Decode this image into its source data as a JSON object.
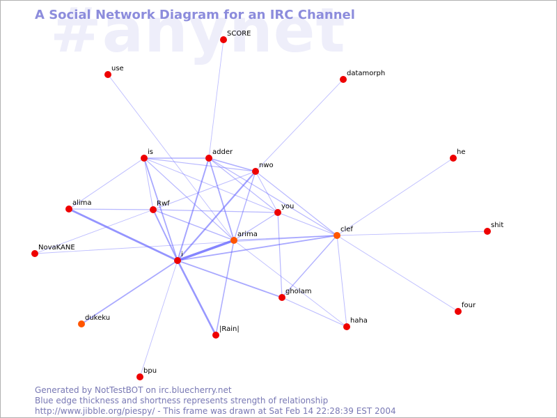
{
  "watermark": "#anynet",
  "title": "A Social Network Diagram for an IRC Channel",
  "footer": {
    "line1": "Generated by NotTestBOT on irc.bluecherry.net",
    "line2": "Blue edge thickness and shortness represents strength of relationship",
    "line3": "http://www.jibble.org/piespy/ - This frame was drawn at Sat Feb 14 22:28:39 EST 2004"
  },
  "colors": {
    "edge": "#6464ff",
    "node_red": "#ee0000",
    "node_orange": "#ff5500",
    "title": "#8c8cdc",
    "watermark": "#eeeefa",
    "footer": "#7878b4"
  },
  "nodes": [
    {
      "id": "SCORE",
      "label": "SCORE",
      "color": "red"
    },
    {
      "id": "use",
      "label": "use",
      "color": "red"
    },
    {
      "id": "datamorph",
      "label": "datamorph",
      "color": "red"
    },
    {
      "id": "is",
      "label": "is",
      "color": "red"
    },
    {
      "id": "adder",
      "label": "adder",
      "color": "red"
    },
    {
      "id": "nwo",
      "label": "nwo",
      "color": "red"
    },
    {
      "id": "he",
      "label": "he",
      "color": "red"
    },
    {
      "id": "alima",
      "label": "alima",
      "color": "red"
    },
    {
      "id": "Rwf",
      "label": "Rwf",
      "color": "red"
    },
    {
      "id": "you",
      "label": "you",
      "color": "red"
    },
    {
      "id": "clef",
      "label": "clef",
      "color": "orange"
    },
    {
      "id": "shit",
      "label": "shit",
      "color": "red"
    },
    {
      "id": "arima",
      "label": "arima",
      "color": "orange"
    },
    {
      "id": "NovaKANE",
      "label": "NovaKANE",
      "color": "red"
    },
    {
      "id": "i",
      "label": "i",
      "color": "red"
    },
    {
      "id": "gholam",
      "label": "gholam",
      "color": "red"
    },
    {
      "id": "dukeku",
      "label": "dukeku",
      "color": "orange"
    },
    {
      "id": "haha",
      "label": "haha",
      "color": "red"
    },
    {
      "id": "four",
      "label": "four",
      "color": "red"
    },
    {
      "id": "Rain",
      "label": "|Rain|",
      "color": "red"
    },
    {
      "id": "bpu",
      "label": "bpu",
      "color": "red"
    }
  ],
  "edges": [
    {
      "from": "i",
      "to": "arima",
      "strength": 3.5
    },
    {
      "from": "alima",
      "to": "i",
      "strength": 2.8
    },
    {
      "from": "i",
      "to": "Rain",
      "strength": 2.6
    },
    {
      "from": "i",
      "to": "nwo",
      "strength": 2.2
    },
    {
      "from": "i",
      "to": "adder",
      "strength": 2.0
    },
    {
      "from": "i",
      "to": "Rwf",
      "strength": 2.0
    },
    {
      "from": "i",
      "to": "is",
      "strength": 1.8
    },
    {
      "from": "i",
      "to": "clef",
      "strength": 1.8
    },
    {
      "from": "i",
      "to": "gholam",
      "strength": 1.8
    },
    {
      "from": "i",
      "to": "dukeku",
      "strength": 1.8
    },
    {
      "from": "adder",
      "to": "arima",
      "strength": 1.8
    },
    {
      "from": "adder",
      "to": "nwo",
      "strength": 1.6
    },
    {
      "from": "is",
      "to": "adder",
      "strength": 1.4
    },
    {
      "from": "arima",
      "to": "Rain",
      "strength": 1.6
    },
    {
      "from": "Rwf",
      "to": "arima",
      "strength": 1.4
    },
    {
      "from": "arima",
      "to": "clef",
      "strength": 1.4
    },
    {
      "from": "arima",
      "to": "you",
      "strength": 1.2
    },
    {
      "from": "arima",
      "to": "nwo",
      "strength": 1.4
    },
    {
      "from": "is",
      "to": "arima",
      "strength": 1.2
    },
    {
      "from": "is",
      "to": "nwo",
      "strength": 1.2
    },
    {
      "from": "is",
      "to": "Rwf",
      "strength": 1.0
    },
    {
      "from": "is",
      "to": "alima",
      "strength": 1.0
    },
    {
      "from": "is",
      "to": "you",
      "strength": 1.0
    },
    {
      "from": "adder",
      "to": "you",
      "strength": 1.2
    },
    {
      "from": "adder",
      "to": "clef",
      "strength": 1.2
    },
    {
      "from": "nwo",
      "to": "Rwf",
      "strength": 1.0
    },
    {
      "from": "nwo",
      "to": "you",
      "strength": 1.0
    },
    {
      "from": "nwo",
      "to": "clef",
      "strength": 1.2
    },
    {
      "from": "nwo",
      "to": "datamorph",
      "strength": 0.9
    },
    {
      "from": "alima",
      "to": "Rwf",
      "strength": 1.2
    },
    {
      "from": "Rwf",
      "to": "you",
      "strength": 1.2
    },
    {
      "from": "you",
      "to": "clef",
      "strength": 1.0
    },
    {
      "from": "you",
      "to": "gholam",
      "strength": 1.2
    },
    {
      "from": "clef",
      "to": "gholam",
      "strength": 1.4
    },
    {
      "from": "clef",
      "to": "haha",
      "strength": 1.0
    },
    {
      "from": "clef",
      "to": "he",
      "strength": 0.9
    },
    {
      "from": "clef",
      "to": "shit",
      "strength": 0.9
    },
    {
      "from": "clef",
      "to": "four",
      "strength": 0.9
    },
    {
      "from": "gholam",
      "to": "haha",
      "strength": 1.0
    },
    {
      "from": "arima",
      "to": "haha",
      "strength": 0.9
    },
    {
      "from": "NovaKANE",
      "to": "Rwf",
      "strength": 0.9
    },
    {
      "from": "NovaKANE",
      "to": "clef",
      "strength": 0.9
    },
    {
      "from": "adder",
      "to": "SCORE",
      "strength": 0.9
    },
    {
      "from": "use",
      "to": "arima",
      "strength": 0.9
    },
    {
      "from": "i",
      "to": "bpu",
      "strength": 0.9
    }
  ]
}
